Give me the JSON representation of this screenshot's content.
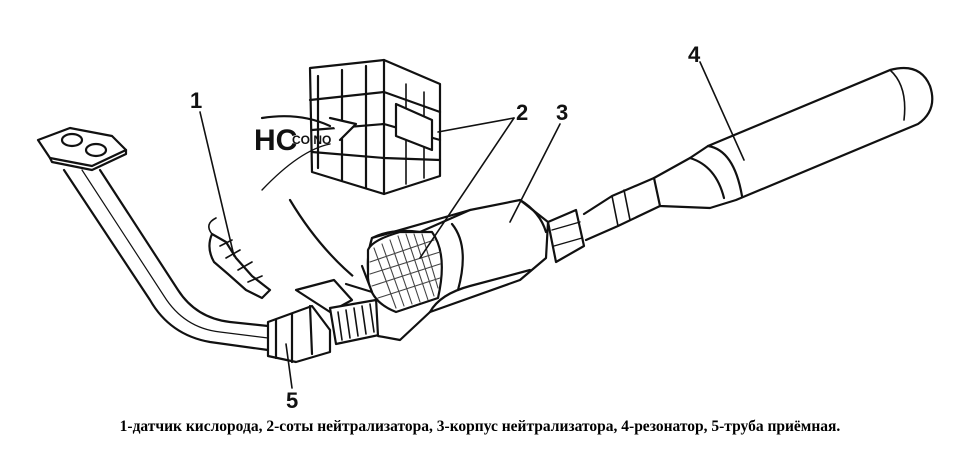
{
  "callouts": {
    "c1": "1",
    "c2": "2",
    "c3": "3",
    "c4": "4",
    "c5": "5"
  },
  "gas_labels": {
    "hc": "HC",
    "co_no": "CO NO"
  },
  "caption": "1-датчик кислорода, 2-соты нейтрализатора, 3-корпус нейтрализатора, 4-резонатор, 5-труба приёмная.",
  "colors": {
    "line": "#111111",
    "shading": "#444444",
    "background": "#ffffff"
  }
}
